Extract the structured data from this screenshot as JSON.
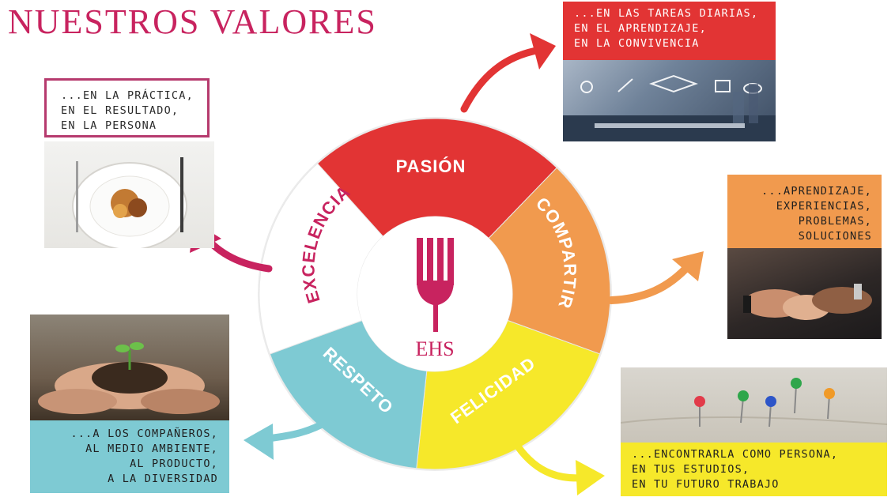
{
  "title": "NUESTROS VALORES",
  "logo_text": "EHS",
  "colors": {
    "title": "#c8235f",
    "pasion": "#e23434",
    "compartir": "#f19a4e",
    "felicidad": "#f6e82a",
    "respeto": "#7ecad3",
    "excelencia": "#ffffff",
    "excelencia_text": "#c8235f",
    "logo": "#c8235f"
  },
  "wheel": {
    "segments": [
      {
        "label": "PASIÓN"
      },
      {
        "label": "COMPARTIR"
      },
      {
        "label": "FELICIDAD"
      },
      {
        "label": "RESPETO"
      },
      {
        "label": "EXCELENCIA"
      }
    ]
  },
  "panels": {
    "excelencia": {
      "lines": [
        "...EN LA PRÁCTICA,",
        "EN EL RESULTADO,",
        "EN LA PERSONA"
      ],
      "photo": "plated-dish-photo"
    },
    "pasion": {
      "lines": [
        "...EN LAS TAREAS DIARIAS,",
        "EN EL APRENDIZAJE,",
        "EN LA CONVIVENCIA"
      ],
      "photo": "digital-learning-photo"
    },
    "compartir": {
      "lines": [
        "...APRENDIZAJE,",
        "EXPERIENCIAS,",
        "PROBLEMAS,",
        "SOLUCIONES"
      ],
      "photo": "fist-bump-photo"
    },
    "felicidad": {
      "lines": [
        "...ENCONTRARLA COMO PERSONA,",
        "EN TUS ESTUDIOS,",
        "EN TU FUTURO TRABAJO"
      ],
      "photo": "map-pins-photo"
    },
    "respeto": {
      "lines": [
        "...A LOS COMPAÑEROS,",
        "AL MEDIO AMBIENTE,",
        "AL PRODUCTO,",
        "A LA DIVERSIDAD"
      ],
      "photo": "hands-with-sprout-photo"
    }
  }
}
